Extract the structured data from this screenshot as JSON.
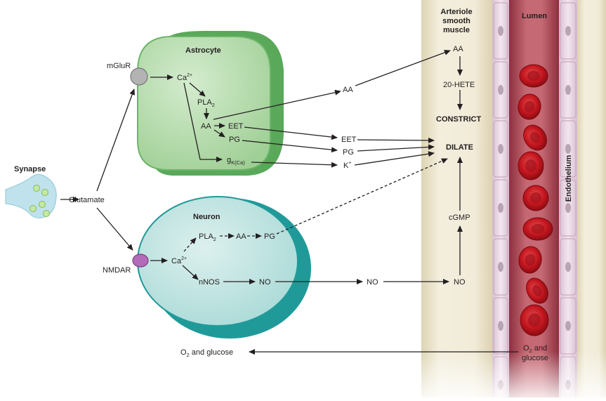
{
  "labels": {
    "synapse": "Synapse",
    "glutamate": "Glutamate",
    "mglur": "mGluR",
    "nmdar": "NMDAR",
    "astrocyte": "Astrocyte",
    "neuron": "Neuron",
    "ca": "Ca",
    "ca_charge": "2+",
    "pla": "PLA",
    "pla_sub": "2",
    "aa": "AA",
    "eet": "EET",
    "pg": "PG",
    "g": "g",
    "g_sub": "K(Ca)",
    "k": "K",
    "k_charge": "+",
    "nnos": "nNOS",
    "no": "NO",
    "hete": "20-HETE",
    "constrict": "CONSTRICT",
    "dilate": "DILATE",
    "cgmp": "cGMP",
    "o2_left": "O",
    "o2_left_sub": "2",
    "o2_left_rest": " and glucose",
    "o2_right_a": "O",
    "o2_right_sub": "2",
    "o2_right_b": " and",
    "o2_right_c": "glucose",
    "arteriole_1": "Arteriole",
    "arteriole_2": "smooth",
    "arteriole_3": "muscle",
    "lumen": "Lumen",
    "endothelium": "Endothelium"
  },
  "colors": {
    "astrocyte_fill": "#a9d7a0",
    "astrocyte_edge": "#5aa85a",
    "neuron_fill": "#bfe3e1",
    "neuron_edge": "#1f9a99",
    "muscle": "#ece6cf",
    "endothelium": "#ead7e6",
    "lumen": "#b04a58",
    "rbc": "#c8161f"
  }
}
